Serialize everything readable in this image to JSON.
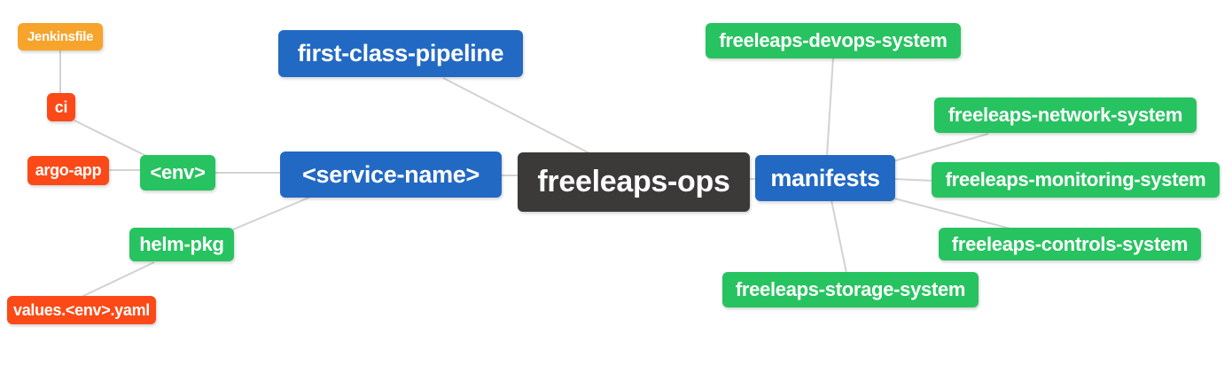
{
  "diagram": {
    "type": "mindmap",
    "background_color": "#ffffff",
    "edge_color": "#d2d2d2",
    "text_color": "#ffffff",
    "level_colors": {
      "root": "#3b3a39",
      "level1": "#2269c3",
      "level2": "#27c360",
      "level3": "#fb4a17",
      "level4": "#f7a42c"
    },
    "nodes": {
      "root": {
        "label": "freeleaps-ops",
        "level": 0
      },
      "pipeline": {
        "label": "first-class-pipeline",
        "level": 1
      },
      "serviceName": {
        "label": "<service-name>",
        "level": 1
      },
      "manifests": {
        "label": "manifests",
        "level": 1
      },
      "env": {
        "label": "<env>",
        "level": 2
      },
      "helmPkg": {
        "label": "helm-pkg",
        "level": 2
      },
      "devops": {
        "label": "freeleaps-devops-system",
        "level": 2
      },
      "network": {
        "label": "freeleaps-network-system",
        "level": 2
      },
      "monitoring": {
        "label": "freeleaps-monitoring-system",
        "level": 2
      },
      "controls": {
        "label": "freeleaps-controls-system",
        "level": 2
      },
      "storage": {
        "label": "freeleaps-storage-system",
        "level": 2
      },
      "ci": {
        "label": "ci",
        "level": 3
      },
      "argoApp": {
        "label": "argo-app",
        "level": 3
      },
      "valuesYaml": {
        "label": "values.<env>.yaml",
        "level": 3
      },
      "jenkinsfile": {
        "label": "Jenkinsfile",
        "level": 4
      }
    },
    "edges": [
      {
        "from": "jenkinsfile",
        "to": "ci"
      },
      {
        "from": "ci",
        "to": "env"
      },
      {
        "from": "argoApp",
        "to": "env"
      },
      {
        "from": "env",
        "to": "serviceName"
      },
      {
        "from": "helmPkg",
        "to": "serviceName"
      },
      {
        "from": "valuesYaml",
        "to": "helmPkg"
      },
      {
        "from": "serviceName",
        "to": "root"
      },
      {
        "from": "pipeline",
        "to": "root"
      },
      {
        "from": "root",
        "to": "manifests"
      },
      {
        "from": "manifests",
        "to": "devops"
      },
      {
        "from": "manifests",
        "to": "network"
      },
      {
        "from": "manifests",
        "to": "monitoring"
      },
      {
        "from": "manifests",
        "to": "controls"
      },
      {
        "from": "manifests",
        "to": "storage"
      }
    ]
  }
}
